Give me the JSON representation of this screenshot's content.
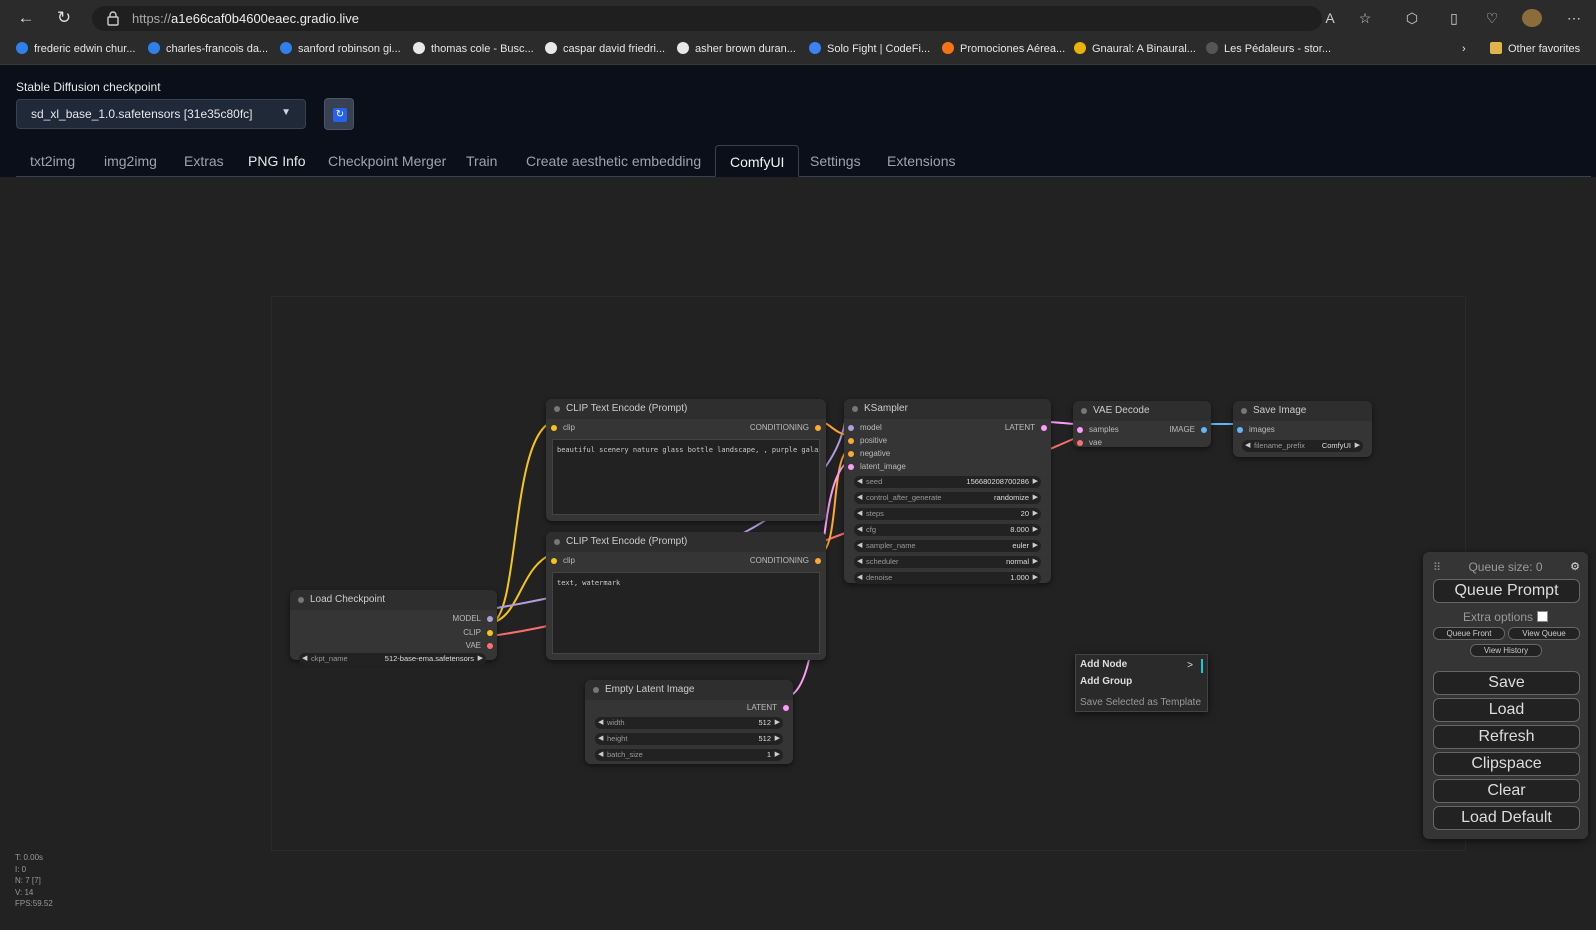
{
  "browser": {
    "url_prefix": "https://",
    "url_host": "a1e66caf0b4600eaec.gradio.live",
    "bookmarks": [
      {
        "label": "frederic edwin chur...",
        "color": "#2f80ed"
      },
      {
        "label": "charles-francois da...",
        "color": "#2f80ed"
      },
      {
        "label": "sanford robinson gi...",
        "color": "#2f80ed"
      },
      {
        "label": "thomas cole - Busc...",
        "color": "#e8e8e8"
      },
      {
        "label": "caspar david friedri...",
        "color": "#e8e8e8"
      },
      {
        "label": "asher brown duran...",
        "color": "#e8e8e8"
      },
      {
        "label": "Solo Fight | CodeFi...",
        "color": "#3b82f6"
      },
      {
        "label": "Promociones Aérea...",
        "color": "#f97316"
      },
      {
        "label": "Gnaural: A Binaural...",
        "color": "#eab308"
      },
      {
        "label": "Les Pédaleurs - stor...",
        "color": "#555555"
      }
    ],
    "other_favorites": "Other favorites"
  },
  "header": {
    "checkpoint_label": "Stable Diffusion checkpoint",
    "checkpoint_value": "sd_xl_base_1.0.safetensors [31e35c80fc]"
  },
  "tabs": [
    "txt2img",
    "img2img",
    "Extras",
    "PNG Info",
    "Checkpoint Merger",
    "Train",
    "Create aesthetic embedding",
    "ComfyUI",
    "Settings",
    "Extensions"
  ],
  "active_tab": "ComfyUI",
  "nodes": {
    "clip_pos": {
      "title": "CLIP Text Encode (Prompt)",
      "in_clip": "clip",
      "out": "CONDITIONING",
      "text": "beautiful scenery nature glass bottle landscape, , purple galaxy bottle,"
    },
    "clip_neg": {
      "title": "CLIP Text Encode (Prompt)",
      "in_clip": "clip",
      "out": "CONDITIONING",
      "text": "text, watermark"
    },
    "ksampler": {
      "title": "KSampler",
      "inputs": [
        "model",
        "positive",
        "negative",
        "latent_image"
      ],
      "out": "LATENT",
      "widgets": [
        {
          "label": "seed",
          "value": "156680208700286"
        },
        {
          "label": "control_after_generate",
          "value": "randomize"
        },
        {
          "label": "steps",
          "value": "20"
        },
        {
          "label": "cfg",
          "value": "8.000"
        },
        {
          "label": "sampler_name",
          "value": "euler"
        },
        {
          "label": "scheduler",
          "value": "normal"
        },
        {
          "label": "denoise",
          "value": "1.000"
        }
      ]
    },
    "vae_decode": {
      "title": "VAE Decode",
      "in_samples": "samples",
      "in_vae": "vae",
      "out": "IMAGE"
    },
    "save_image": {
      "title": "Save Image",
      "in_images": "images",
      "widget_label": "filename_prefix",
      "widget_value": "ComfyUI"
    },
    "load_checkpoint": {
      "title": "Load Checkpoint",
      "outputs": [
        "MODEL",
        "CLIP",
        "VAE"
      ],
      "widget_label": "ckpt_name",
      "widget_value": "512-base-ema.safetensors"
    },
    "empty_latent": {
      "title": "Empty Latent Image",
      "out": "LATENT",
      "widgets": [
        {
          "label": "width",
          "value": "512"
        },
        {
          "label": "height",
          "value": "512"
        },
        {
          "label": "batch_size",
          "value": "1"
        }
      ]
    }
  },
  "context_menu": {
    "items": [
      "Add Node",
      "Add Group",
      "Save Selected as Template"
    ],
    "submenu_arrow": ">"
  },
  "queue_panel": {
    "queue_size": "Queue size: 0",
    "queue_prompt": "Queue Prompt",
    "extra_options": "Extra options",
    "queue_front": "Queue Front",
    "view_queue": "View Queue",
    "view_history": "View History",
    "buttons": [
      "Save",
      "Load",
      "Refresh",
      "Clipspace",
      "Clear",
      "Load Default"
    ]
  },
  "stats": [
    "T: 0.00s",
    "I: 0",
    "N: 7 [7]",
    "V: 14",
    "FPS:59.52"
  ],
  "colors": {
    "clip_wire": "#f5c518",
    "model_wire": "#b39ddb",
    "vae_wire": "#ff6e6e",
    "conditioning_wire": "#ffa931",
    "latent_wire": "#ff9cf9",
    "image_wire": "#64b5f6"
  }
}
